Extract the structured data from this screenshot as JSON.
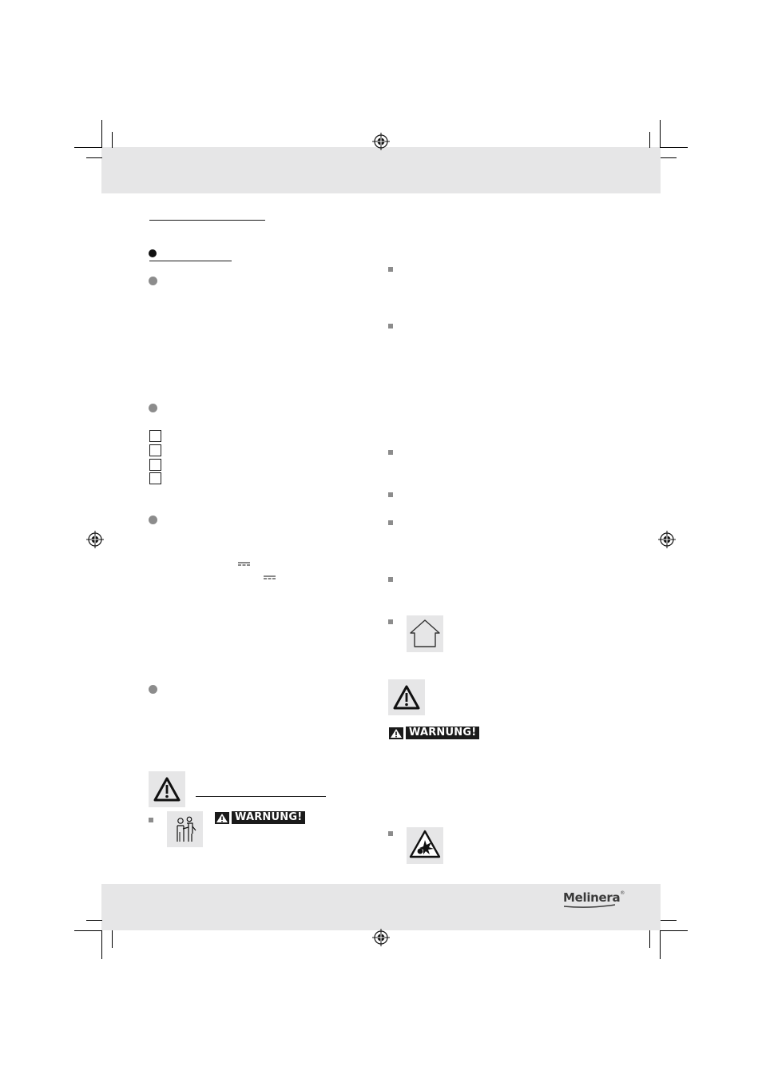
{
  "warnings": {
    "left_badge_label": "WARNUNG!",
    "right_badge_label": "WARNUNG!"
  },
  "brand": {
    "logo_text": "Melinera",
    "logo_mark": "®"
  },
  "icons": {
    "registration": "registration-mark-icon",
    "warning": "warning-triangle-icon",
    "child": "children-hazard-icon",
    "house": "indoor-use-house-icon",
    "explosion": "explosion-hazard-icon",
    "dc": "direct-current-symbol-icon"
  },
  "colors": {
    "band": "#e6e6e7",
    "bullet": "#8c8c8c",
    "ink": "#1a1a1a"
  }
}
